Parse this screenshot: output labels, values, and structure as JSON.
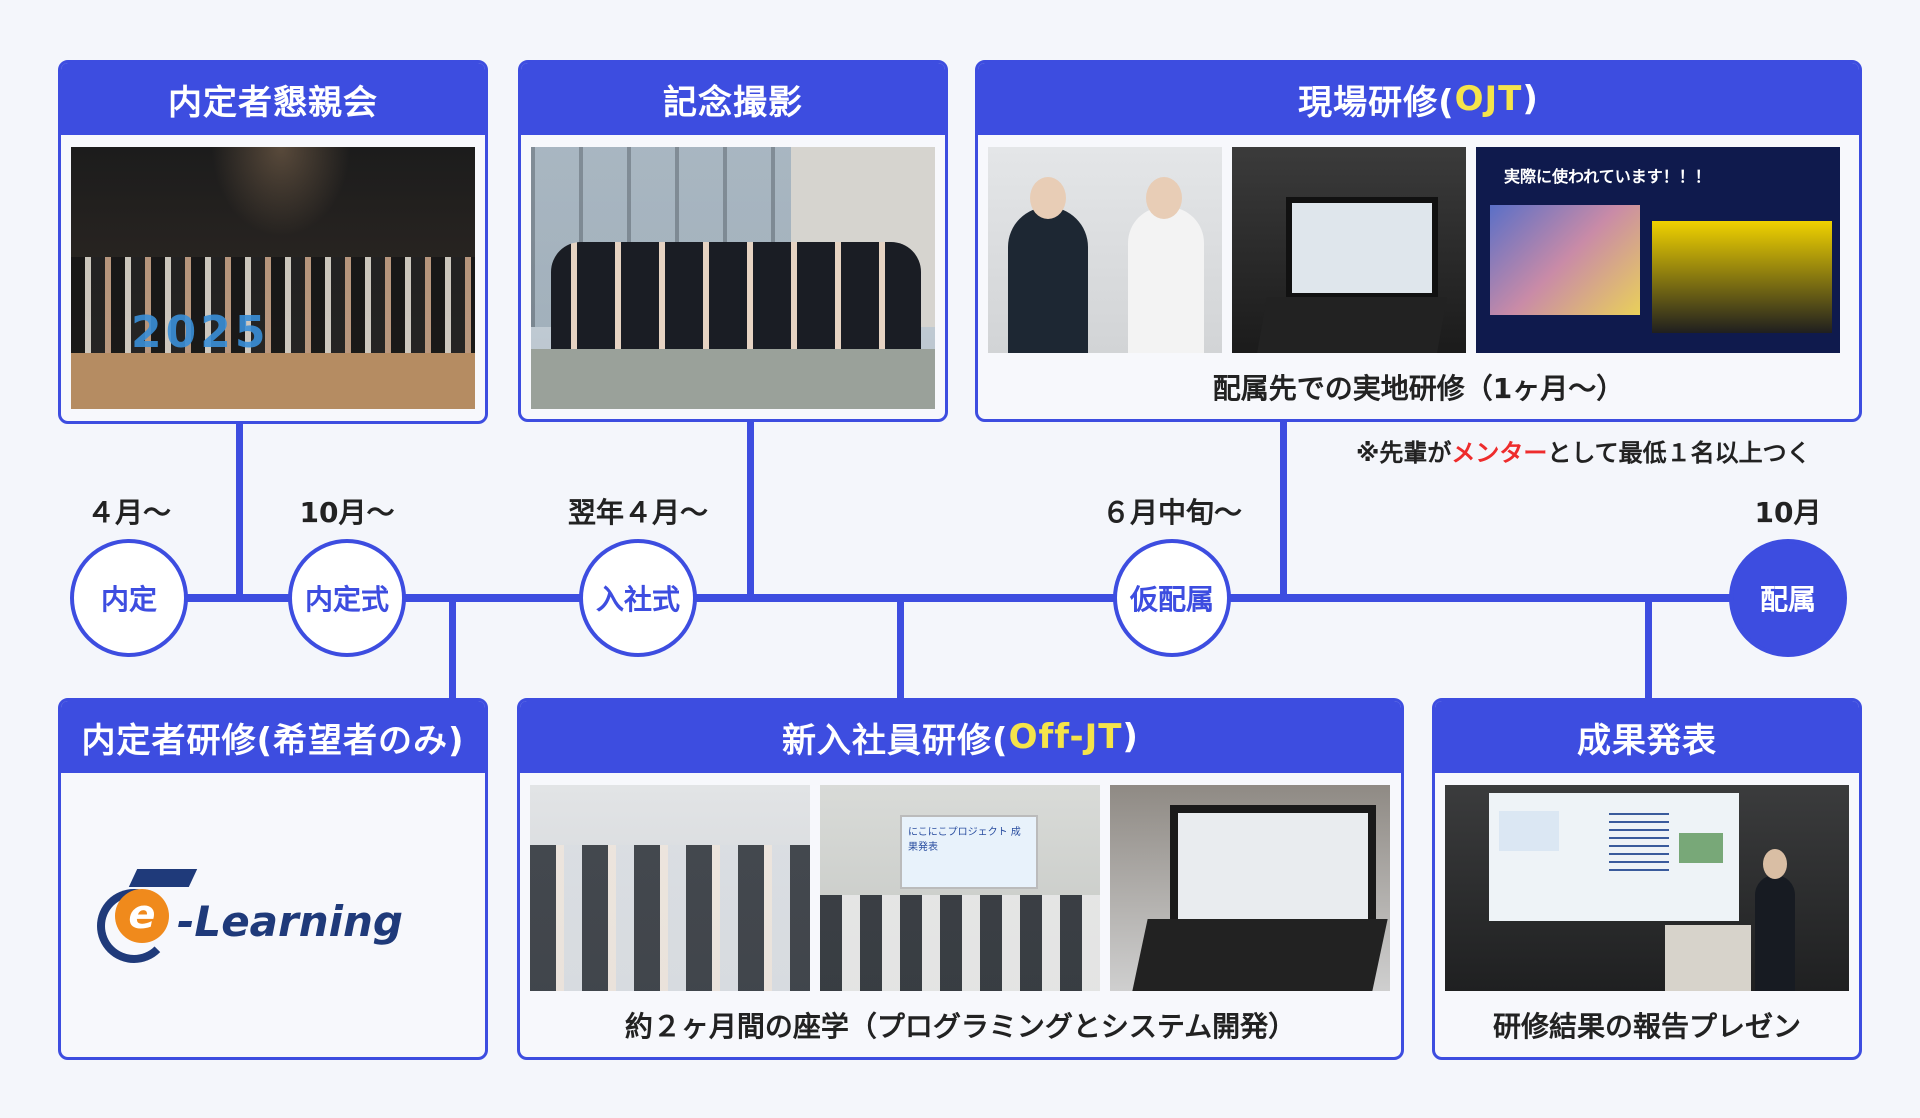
{
  "panels": {
    "naitei_party": {
      "title": "内定者懇親会"
    },
    "photo_session": {
      "title": "記念撮影"
    },
    "ojt": {
      "title_main": "現場研修(",
      "title_hl": "OJT",
      "title_end": ")",
      "caption": "配属先での実地研修（1ヶ月〜）",
      "slide_text": "実際に使われています！！！"
    },
    "pre_training": {
      "title": "内定者研修(希望者のみ)",
      "logo_text": "-Learning",
      "logo_letter": "e"
    },
    "offjt": {
      "title_main": "新入社員研修(",
      "title_hl": "Off-JT",
      "title_end": ")",
      "caption": "約２ヶ月間の座学（プログラミングとシステム開発）",
      "slide_text": "にこにこプロジェクト 成果発表"
    },
    "presentation": {
      "title": "成果発表",
      "caption": "研修結果の報告プレゼン"
    }
  },
  "note": {
    "prefix": "※先輩が",
    "highlight": "メンター",
    "suffix": "として最低１名以上つく"
  },
  "timeline": [
    {
      "label": "内定",
      "date": "４月〜"
    },
    {
      "label": "内定式",
      "date": "10月〜"
    },
    {
      "label": "入社式",
      "date": "翌年４月〜"
    },
    {
      "label": "仮配属",
      "date": "６月中旬〜"
    },
    {
      "label": "配属",
      "date": "10月"
    }
  ],
  "colors": {
    "accent": "#3d4de0",
    "highlight": "#f5e44a",
    "mentor": "#ee2c2c"
  }
}
